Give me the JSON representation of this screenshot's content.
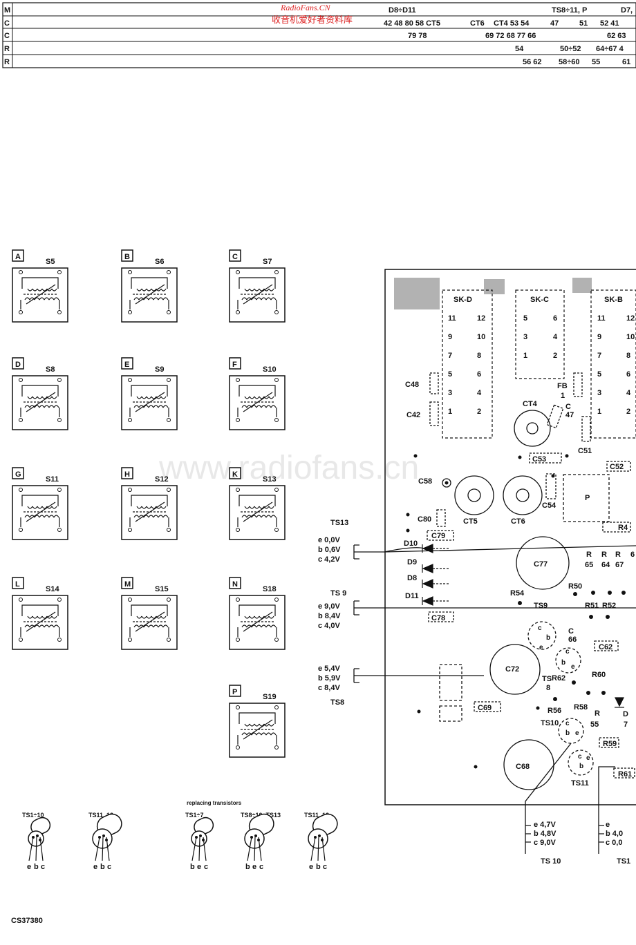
{
  "header": {
    "rows": [
      "M",
      "C",
      "C",
      "R",
      "R"
    ],
    "site": "RadioFans.CN",
    "site_cn": "收音机爱好者资料库",
    "row_m": [
      "D8÷D11",
      "TS8÷11, P",
      "D7,"
    ],
    "row_c1": [
      "42 48 80 58 CT5",
      "CT6",
      "CT4 53 54",
      "47",
      "51",
      "52 41"
    ],
    "row_c2": [
      "79 78",
      "69 72 68 77 66",
      "62 63"
    ],
    "row_r1": [
      "54",
      "50÷52",
      "64÷67 4"
    ],
    "row_r2": [
      "56 62",
      "58÷60",
      "55",
      "61"
    ]
  },
  "watermark": "www.radiofans.cn",
  "coils": [
    {
      "letter": "A",
      "name": "S5"
    },
    {
      "letter": "B",
      "name": "S6"
    },
    {
      "letter": "C",
      "name": "S7"
    },
    {
      "letter": "D",
      "name": "S8"
    },
    {
      "letter": "E",
      "name": "S9"
    },
    {
      "letter": "F",
      "name": "S10"
    },
    {
      "letter": "G",
      "name": "S11"
    },
    {
      "letter": "H",
      "name": "S12"
    },
    {
      "letter": "K",
      "name": "S13"
    },
    {
      "letter": "L",
      "name": "S14"
    },
    {
      "letter": "M",
      "name": "S15"
    },
    {
      "letter": "N",
      "name": "S18"
    },
    {
      "letter": "P",
      "name": "S19"
    }
  ],
  "voltages": {
    "ts13": {
      "label": "TS13",
      "e": "e  0,0V",
      "b": "b  0,6V",
      "c": "c  4,2V"
    },
    "ts9": {
      "label": "TS 9",
      "e": "e  9,0V",
      "b": "b  8,4V",
      "c": "c  4,0V"
    },
    "ts8": {
      "label": "TS8",
      "e": "e  5,4V",
      "b": "b  5,9V",
      "c": "c  8,4V"
    },
    "ts10": {
      "label": "TS 10",
      "e": "e  4,7V",
      "b": "b  4,8V",
      "c": "c  9,0V"
    },
    "ts11": {
      "label": "TS1",
      "e": "e",
      "b": "b  4,0",
      "c": "c  0,0"
    }
  },
  "board": {
    "connectors": [
      "SK-D",
      "SK-C",
      "SK-B"
    ],
    "skd_pins": [
      "11",
      "12",
      "9",
      "10",
      "7",
      "8",
      "5",
      "6",
      "3",
      "4",
      "1",
      "2"
    ],
    "skc_pins": [
      "5",
      "6",
      "3",
      "4",
      "1",
      "2"
    ],
    "skb_pins": [
      "11",
      "12",
      "9",
      "10",
      "7",
      "8",
      "5",
      "6",
      "3",
      "4",
      "1",
      "2"
    ],
    "labels": [
      "C48",
      "C42",
      "CT4",
      "FB",
      "1",
      "C",
      "47",
      "C51",
      "C53",
      "C52",
      "C58",
      "CT5",
      "CT6",
      "C54",
      "P",
      "C80",
      "C79",
      "R4",
      "D10",
      "D9",
      "D8",
      "D11",
      "C77",
      "R",
      "65",
      "R",
      "64",
      "R",
      "67",
      "6",
      "R54",
      "R50",
      "TS9",
      "C78",
      "R51",
      "R52",
      "C",
      "66",
      "C62",
      "C72",
      "TS",
      "8",
      "R62",
      "R60",
      "R56",
      "R58",
      "R",
      "55",
      "D",
      "7",
      "C69",
      "TS10",
      "C68",
      "R59",
      "TS11",
      "R61"
    ],
    "transistor_pins": [
      "c",
      "b",
      "e"
    ]
  },
  "transistor_notes": {
    "caption": "replacing transistors",
    "groups": [
      {
        "name": "TS1÷10",
        "pins": [
          "e",
          "b",
          "c"
        ]
      },
      {
        "name": "TS11, 12",
        "pins": [
          "e",
          "b",
          "c"
        ]
      },
      {
        "name": "TS1÷7",
        "pins": [
          "b",
          "e",
          "c"
        ]
      },
      {
        "name": "TS8÷10, TS13",
        "pins": [
          "b",
          "e",
          "c"
        ]
      },
      {
        "name": "TS11, 12",
        "pins": [
          "e",
          "b",
          "c"
        ]
      }
    ]
  },
  "footer": "CS37380"
}
